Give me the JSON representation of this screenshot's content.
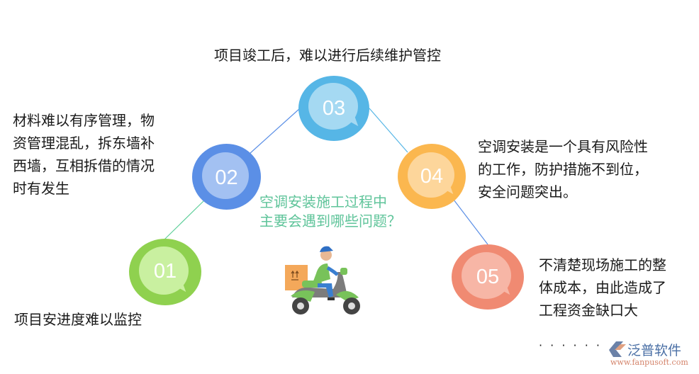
{
  "title_question": {
    "line1": "空调安装施工过程中",
    "line2": "主要会遇到哪些问题？"
  },
  "nodes": [
    {
      "number": "01",
      "color_outer": "#8fd14f",
      "color_inner": "#c9f0a0",
      "text": [
        "项目安进度难以监控"
      ]
    },
    {
      "number": "02",
      "color_outer": "#5b8fe6",
      "color_inner": "#a3c1f2",
      "text": [
        "材料难以有序管理，物",
        "资管理混乱，拆东墙补",
        "西墙，互相拆借的情况",
        "时有发生"
      ]
    },
    {
      "number": "03",
      "color_outer": "#56b6e6",
      "color_inner": "#a5d9f2",
      "text": [
        "项目竣工后，难以进行后续维护管控"
      ]
    },
    {
      "number": "04",
      "color_outer": "#fbb74f",
      "color_inner": "#fdd69b",
      "text": [
        "空调安装是一个具有风险性",
        "的工作，防护措施不到位，",
        "安全问题突出。"
      ]
    },
    {
      "number": "05",
      "color_outer": "#f08a72",
      "color_inner": "#f7b6a6",
      "text": [
        "不清楚现场施工的整",
        "体成本，由此造成了",
        "工程资金缺口大"
      ]
    }
  ],
  "ellipsis": "· · · · · ·",
  "logo": {
    "brand": "泛普软件",
    "url": "www.fanpusoft.com"
  },
  "illustration": "delivery-scooter-icon"
}
